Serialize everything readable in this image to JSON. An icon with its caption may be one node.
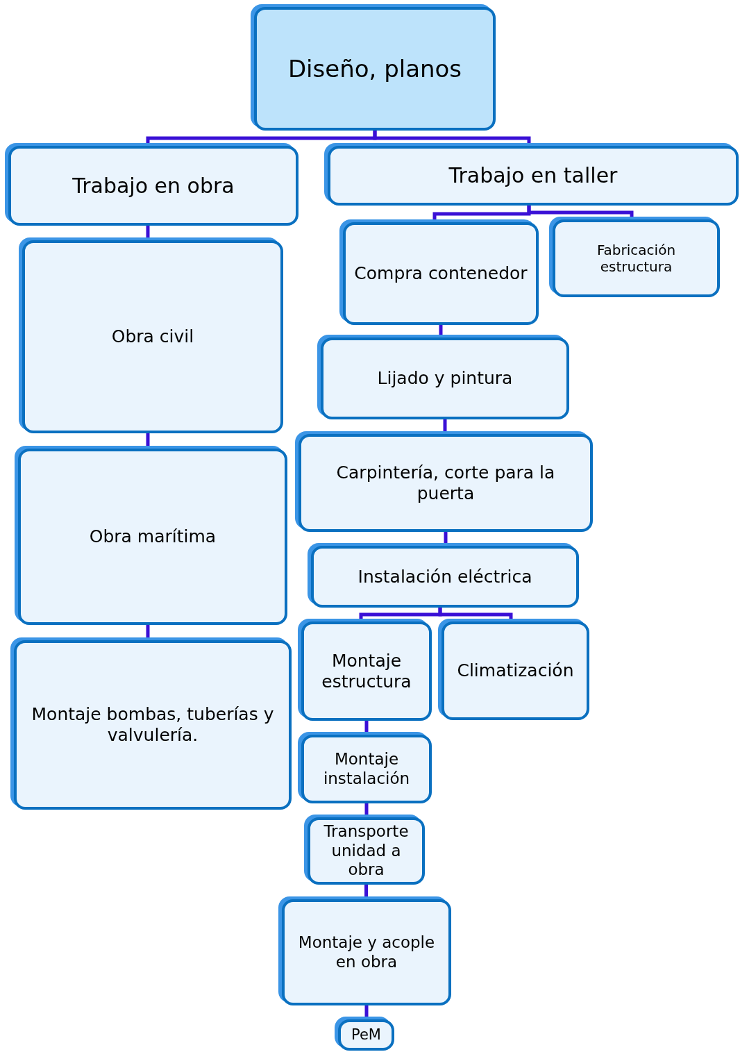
{
  "diagram": {
    "nodes": [
      {
        "text": [
          "Diseño, planos"
        ]
      },
      {
        "text": [
          "Trabajo en obra"
        ]
      },
      {
        "text": [
          "Trabajo en taller"
        ]
      },
      {
        "text": [
          "Obra civil"
        ]
      },
      {
        "text": [
          "Obra marítima"
        ]
      },
      {
        "text": [
          "Montaje bombas, tuberías y valvulería."
        ]
      },
      {
        "text": [
          "Compra contenedor"
        ]
      },
      {
        "text": [
          "Fabricación estructura"
        ]
      },
      {
        "text": [
          "Lijado y pintura"
        ]
      },
      {
        "text": [
          "Carpintería, corte para la puerta"
        ]
      },
      {
        "text": [
          "Instalación eléctrica"
        ]
      },
      {
        "text": [
          "Montaje estructura"
        ]
      },
      {
        "text": [
          "Climatización"
        ]
      },
      {
        "text": [
          "Montaje instalación"
        ]
      },
      {
        "text": [
          "Transporte unidad a obra"
        ]
      },
      {
        "text": [
          "Montaje y acople en obra"
        ]
      },
      {
        "text": [
          "PeM"
        ]
      }
    ],
    "edges": [
      {
        "from": 0,
        "to": 1,
        "arrow": "none"
      },
      {
        "from": 0,
        "to": 2,
        "arrow": "none"
      },
      {
        "from": 1,
        "to": 3,
        "arrow": "none"
      },
      {
        "from": 3,
        "to": 4,
        "arrow": "none"
      },
      {
        "from": 4,
        "to": 5,
        "arrow": "none"
      },
      {
        "from": 2,
        "to": 6,
        "arrow": "none"
      },
      {
        "from": 2,
        "to": 7,
        "arrow": "none"
      },
      {
        "from": 6,
        "to": 8,
        "arrow": "none"
      },
      {
        "from": 8,
        "to": 9,
        "arrow": "none"
      },
      {
        "from": 9,
        "to": 10,
        "arrow": "none"
      },
      {
        "from": 10,
        "to": 11,
        "arrow": "none"
      },
      {
        "from": 10,
        "to": 12,
        "arrow": "none"
      },
      {
        "from": 11,
        "to": 13,
        "arrow": "none"
      },
      {
        "from": 13,
        "to": 14,
        "arrow": "none"
      },
      {
        "from": 14,
        "to": 15,
        "arrow": "none"
      },
      {
        "from": 15,
        "to": 16,
        "arrow": "none"
      }
    ]
  }
}
